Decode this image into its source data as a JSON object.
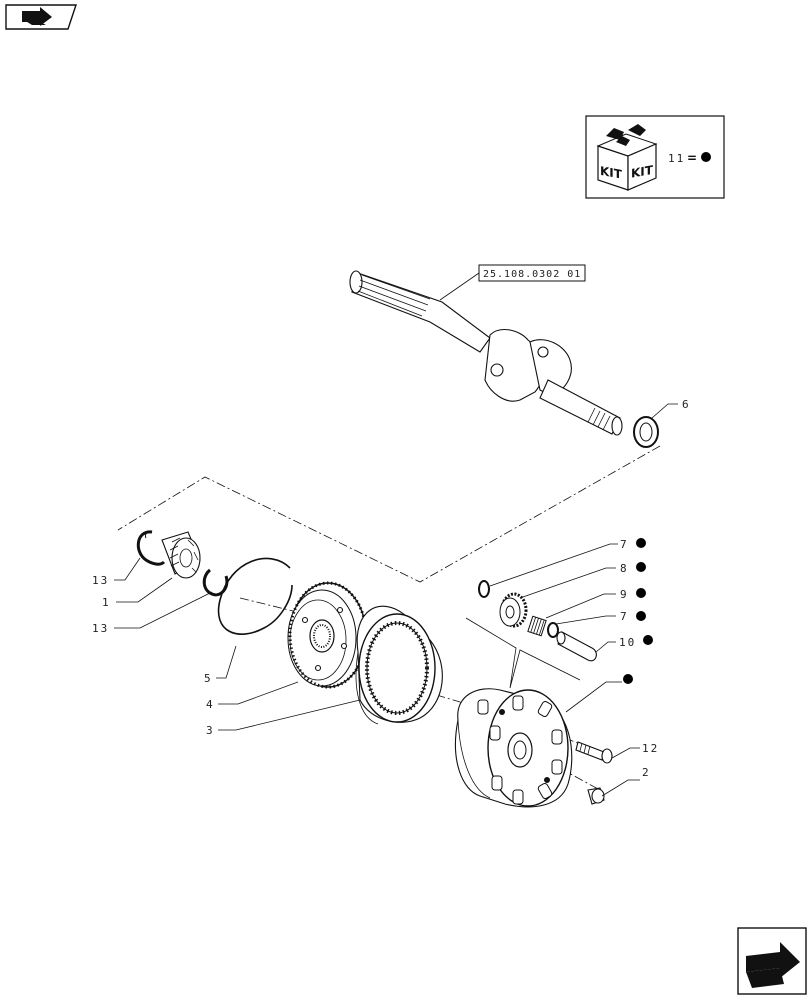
{
  "header": {
    "nav_icon": "back-arrow-icon"
  },
  "kit_box": {
    "kit_word_1": "KIT",
    "kit_word_2": "KIT",
    "legend_number": "11",
    "legend_equals": "="
  },
  "reference": {
    "code": "25.108.0302 01"
  },
  "callouts": [
    {
      "id": "c6",
      "label": "6"
    },
    {
      "id": "c7a",
      "label": "7"
    },
    {
      "id": "c8",
      "label": "8"
    },
    {
      "id": "c9",
      "label": "9"
    },
    {
      "id": "c7b",
      "label": "7"
    },
    {
      "id": "c10",
      "label": "10"
    },
    {
      "id": "c13a",
      "label": "13"
    },
    {
      "id": "c1",
      "label": "1"
    },
    {
      "id": "c13b",
      "label": "13"
    },
    {
      "id": "c5",
      "label": "5"
    },
    {
      "id": "c4",
      "label": "4"
    },
    {
      "id": "c3",
      "label": "3"
    },
    {
      "id": "c12",
      "label": "12"
    },
    {
      "id": "c2",
      "label": "2"
    }
  ],
  "footer": {
    "nav_icon": "next-arrow-icon"
  },
  "colors": {
    "ink": "#111111",
    "dot": "#000000",
    "paper": "#ffffff"
  }
}
